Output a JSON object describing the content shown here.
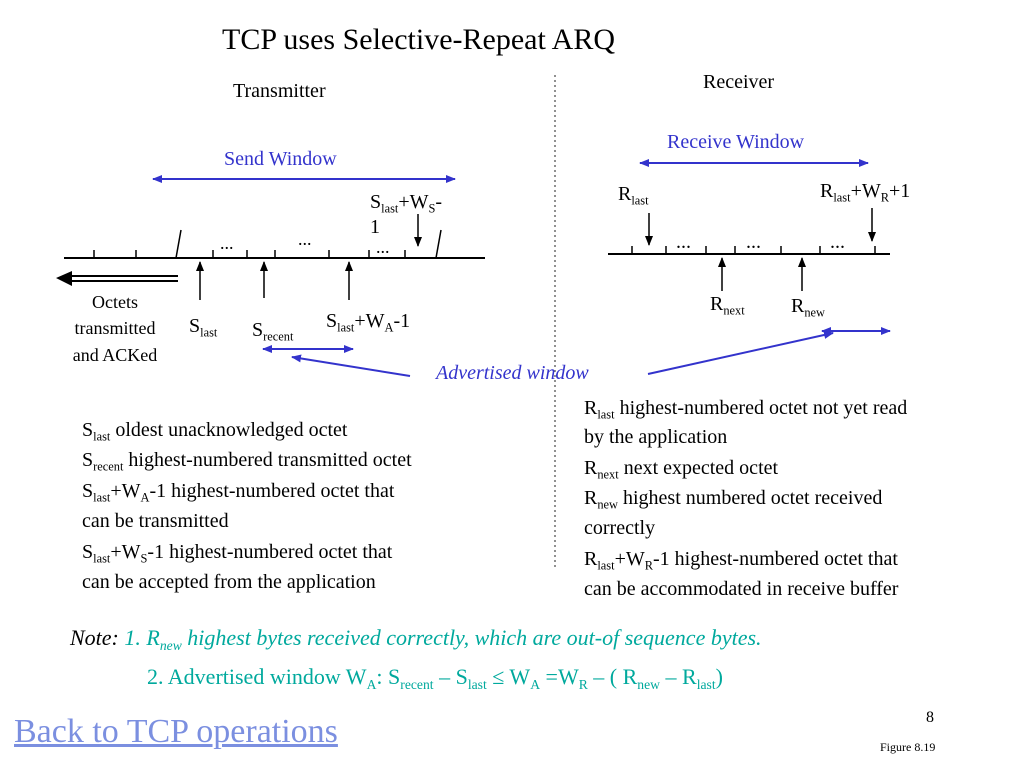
{
  "slide": {
    "title": "TCP uses Selective-Repeat ARQ",
    "page_number": "8",
    "figure_label": "Figure 8.19",
    "back_link": "Back to TCP operations"
  },
  "transmitter": {
    "heading": "Transmitter",
    "send_window_label": "Send Window",
    "octets_label": [
      "Octets",
      "transmitted",
      "and ACKed"
    ],
    "ellipses": [
      "...",
      "...",
      "..."
    ],
    "labels": {
      "s": "S",
      "last": "last",
      "recent": "recent",
      "plus_w": "+W",
      "a": "A",
      "s_sub": "S",
      "minus_one": "-1",
      "dash": "-",
      "one": "1"
    }
  },
  "receiver": {
    "heading": "Receiver",
    "receive_window_label": "Receive Window",
    "ellipses": [
      "...",
      "...",
      "..."
    ],
    "labels": {
      "r": "R",
      "last": "last",
      "next": "next",
      "new": "new",
      "plus_w": "+W",
      "r_sub": "R",
      "plus_one": "+1"
    }
  },
  "advertised_window_label": "Advertised window",
  "definitions_left": [
    {
      "sym": "S",
      "sub": "last",
      "text": " oldest unacknowledged octet"
    },
    {
      "sym": "S",
      "sub": "recent",
      "text": " highest-numbered transmitted octet"
    },
    {
      "line1": "-1 highest-numbered octet that",
      "line2": "can be transmitted",
      "w_sub": "A"
    },
    {
      "line1": "-1 highest-numbered octet that",
      "line2": "can be accepted from the application",
      "w_sub": "S"
    }
  ],
  "definitions_right": [
    {
      "text1": " highest-numbered octet not yet read",
      "text2": "by the application"
    },
    {
      "text": " next expected octet"
    },
    {
      "text1": " highest numbered octet received",
      "text2": "correctly"
    },
    {
      "text1": "-1 highest-numbered octet that",
      "text2": "can be accommodated in receive buffer"
    }
  ],
  "notes": {
    "note_prefix": "Note:",
    "note1_num": "1. R",
    "note1_sub": "new",
    "note1_text": " highest bytes received correctly, which are out-of sequence bytes.",
    "note2_prefix": "2. Advertised window W",
    "note2_a": "A",
    "note2_colon": ": S",
    "note2_recent": "recent",
    "note2_minus1": " – S",
    "note2_last": "last",
    "note2_le": " ≤ W",
    "note2_eq": " =W",
    "note2_r": "R",
    "note2_open": " – ( R",
    "note2_new": "new",
    "note2_minus2": " – R",
    "note2_close": ")"
  },
  "colors": {
    "arrow_blue": "#3333cc",
    "note_teal": "#00a99d",
    "link_blue": "#7b8fe0"
  }
}
